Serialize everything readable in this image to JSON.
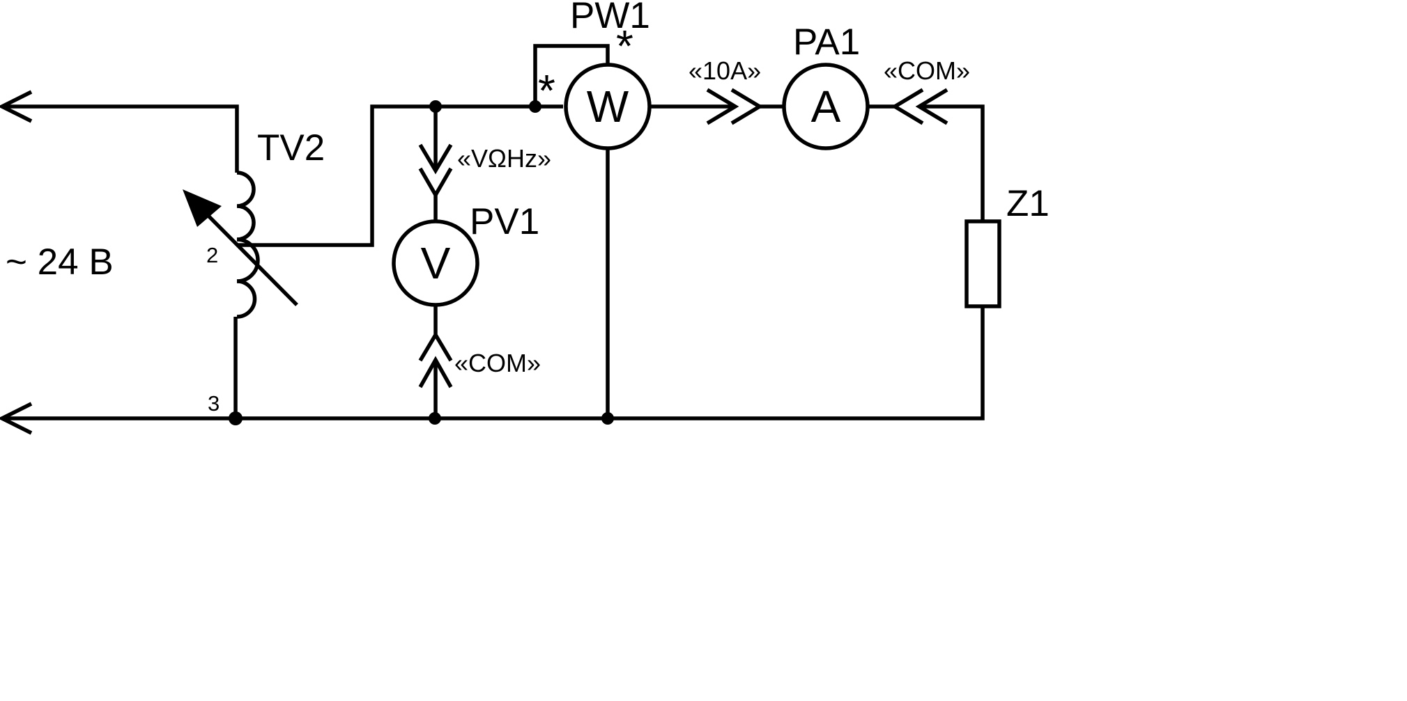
{
  "diagram": {
    "source": {
      "label": "~ 24 В"
    },
    "transformer": {
      "label": "TV2",
      "tap_label": "2",
      "bottom_label": "3"
    },
    "wattmeter": {
      "label": "PW1",
      "symbol": "W",
      "current_star": "*",
      "voltage_star": "*"
    },
    "ammeter": {
      "label": "PA1",
      "symbol": "A",
      "input_terminal": "«10A»",
      "com_terminal": "«COM»"
    },
    "voltmeter": {
      "label": "PV1",
      "symbol": "V",
      "input_terminal": "«VΩHz»",
      "com_terminal": "«COM»"
    },
    "load": {
      "label": "Z1"
    },
    "colors": {
      "stroke": "#000000",
      "background": "#ffffff"
    }
  }
}
